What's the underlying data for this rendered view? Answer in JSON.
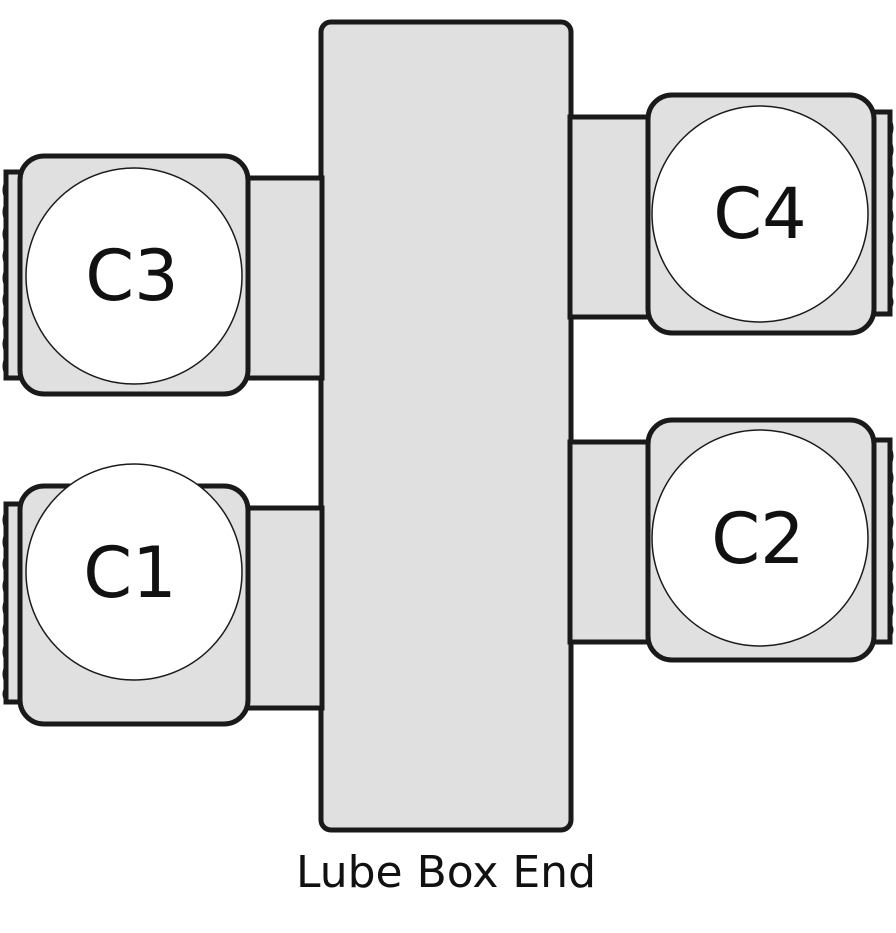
{
  "colors": {
    "body_fill": "#e0e0e0",
    "stroke": "#1a1a1a",
    "circle_fill": "#ffffff",
    "background": "#ffffff"
  },
  "cylinders": {
    "c1": {
      "label": "C1"
    },
    "c2": {
      "label": "C2"
    },
    "c3": {
      "label": "C3"
    },
    "c4": {
      "label": "C4"
    }
  },
  "caption": "Lube Box End"
}
